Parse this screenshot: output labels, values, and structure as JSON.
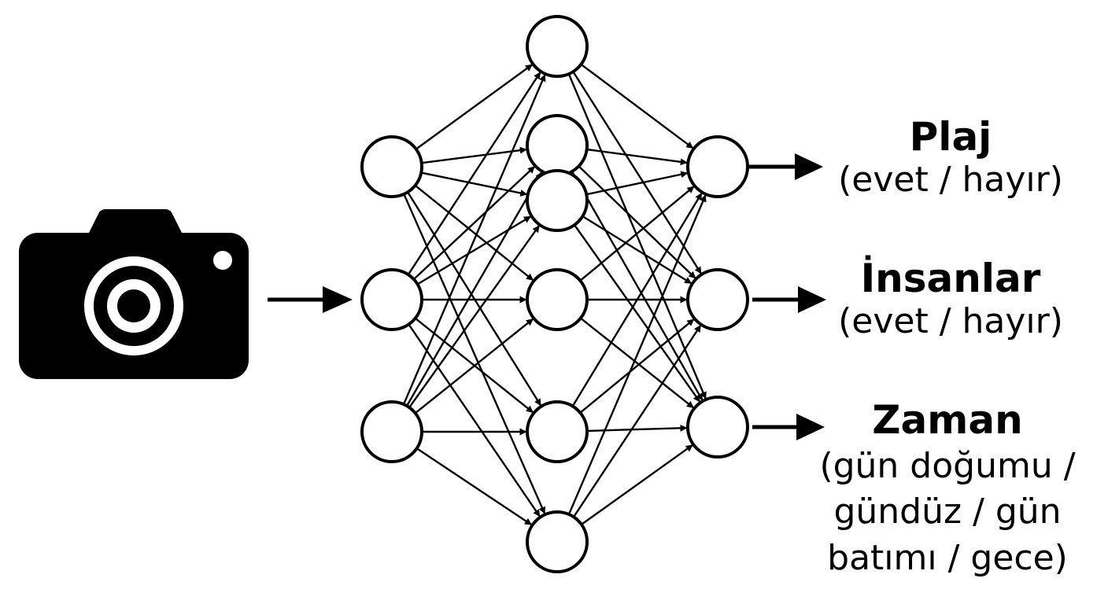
{
  "colors": {
    "stroke": "#000000",
    "background": "#ffffff"
  },
  "input": {
    "icon": "camera-icon"
  },
  "network": {
    "layer_sizes": [
      3,
      6,
      3
    ]
  },
  "outputs": [
    {
      "title": "Plaj",
      "options": "(evet / hayır)"
    },
    {
      "title": "İnsanlar",
      "options": "(evet / hayır)"
    },
    {
      "title": "Zaman",
      "options": "(gün doğumu / gündüz / gün batımı / gece)"
    }
  ]
}
